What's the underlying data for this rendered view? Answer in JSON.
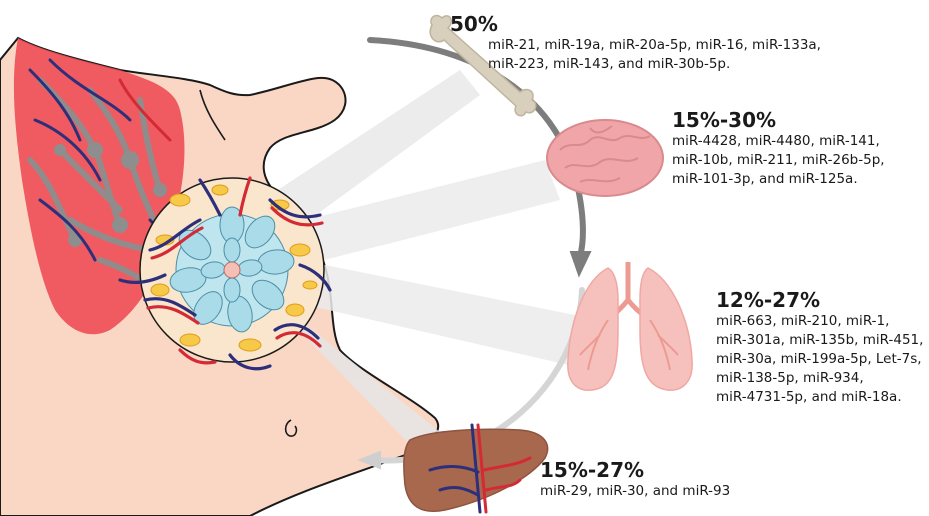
{
  "sites": [
    {
      "id": "bone",
      "percent": "50%",
      "mirnas": [
        "miR-21, miR-19a, miR-20a-5p, miR-16, miR-133a,",
        "miR-223, miR-143, and miR-30b-5p."
      ]
    },
    {
      "id": "brain",
      "percent": "15%-30%",
      "mirnas": [
        "miR-4428, miR-4480, miR-141,",
        "miR-10b, miR-211, miR-26b-5p,",
        "miR-101-3p, and miR-125a."
      ]
    },
    {
      "id": "lung",
      "percent": "12%-27%",
      "mirnas": [
        "miR-663, miR-210, miR-1,",
        "miR-301a, miR-135b, miR-451,",
        "miR-30a, miR-199a-5p, Let-7s,",
        "miR-138-5p, miR-934,",
        "miR-4731-5p, and miR-18a."
      ]
    },
    {
      "id": "liver",
      "percent": "15%-27%",
      "mirnas": [
        "miR-29, miR-30, and miR-93"
      ]
    }
  ],
  "colors": {
    "skin": "#f9d7c4",
    "skin_outline": "#1a1a1a",
    "lymph": "#ee4c57",
    "vessel_red": "#d32a35",
    "vessel_blue": "#2d2f7a",
    "tumor_cell": "#a9dbe8",
    "fat_yellow": "#f7c948",
    "gray_arrow": "#8a8a8a",
    "beam": "#ececec",
    "bone": "#d8cfbd",
    "brain": "#f0a6a8",
    "lung": "#f6c1bd",
    "liver": "#a8684d"
  },
  "icons": [
    "breast-anatomy-icon",
    "tumor-icon",
    "bone-icon",
    "brain-icon",
    "lung-icon",
    "liver-icon",
    "circular-arrow-icon"
  ]
}
